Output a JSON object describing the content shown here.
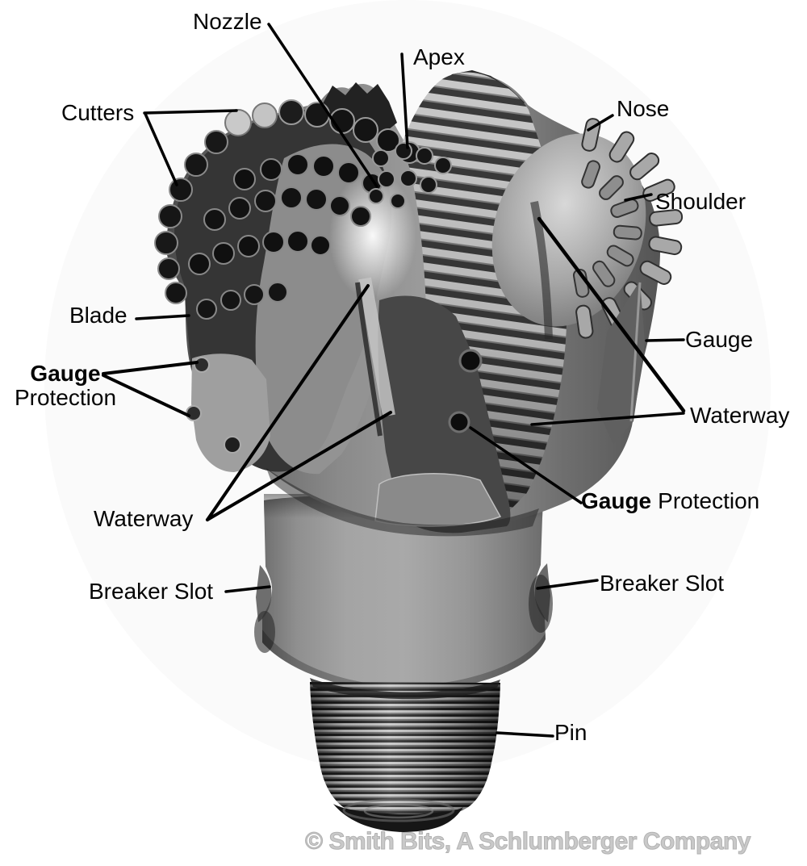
{
  "figure": {
    "subject": "Labeled grayscale photograph of a drill bit (cutting structure, shank and threaded pin connection)",
    "copyright": "© Smith Bits, A Schlumberger Company"
  },
  "callouts": [
    {
      "id": "nozzle",
      "text": "Nozzle"
    },
    {
      "id": "apex",
      "text": "Apex"
    },
    {
      "id": "cutters",
      "text": "Cutters"
    },
    {
      "id": "nose",
      "text": "Nose"
    },
    {
      "id": "shoulder",
      "text": "Shoulder"
    },
    {
      "id": "blade",
      "text": "Blade"
    },
    {
      "id": "gauge-protection-left",
      "bold": "Gauge",
      "text": "Protection"
    },
    {
      "id": "waterway-left",
      "text": "Waterway"
    },
    {
      "id": "gauge-right",
      "bold": "Gauge"
    },
    {
      "id": "waterway-right",
      "text": "Waterway"
    },
    {
      "id": "gauge-protection-right",
      "bold": "Gauge",
      "text": "Protection"
    },
    {
      "id": "breaker-slot-left",
      "text": "Breaker Slot"
    },
    {
      "id": "breaker-slot-right",
      "text": "Breaker Slot"
    },
    {
      "id": "pin",
      "text": "Pin"
    }
  ],
  "colors": {
    "background": "#ffffff",
    "label_text": "#050505",
    "leader_line": "#000000",
    "watermark": "#c9c9c9"
  }
}
